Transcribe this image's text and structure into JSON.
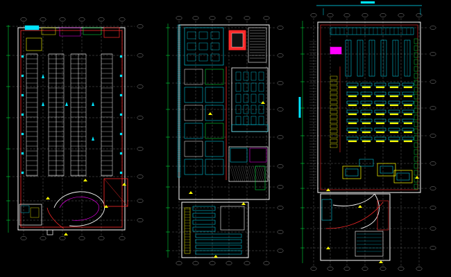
{
  "drawing": {
    "type": "cad_floor_plan",
    "background": "#000000",
    "colors": {
      "wall": "#ffffff",
      "boundary": "#ff2a2a",
      "fixture": "#00e5ff",
      "grid": "#8a8a8a",
      "dimension": "#00ff44",
      "annotation": "#ffff00",
      "zone": "#ff00ff"
    },
    "sheets": [
      {
        "id": "plan-left",
        "content": "parking-level"
      },
      {
        "id": "plan-middle",
        "content": "service-and-office-level"
      },
      {
        "id": "plan-right",
        "content": "retail-shelving-level"
      }
    ]
  }
}
